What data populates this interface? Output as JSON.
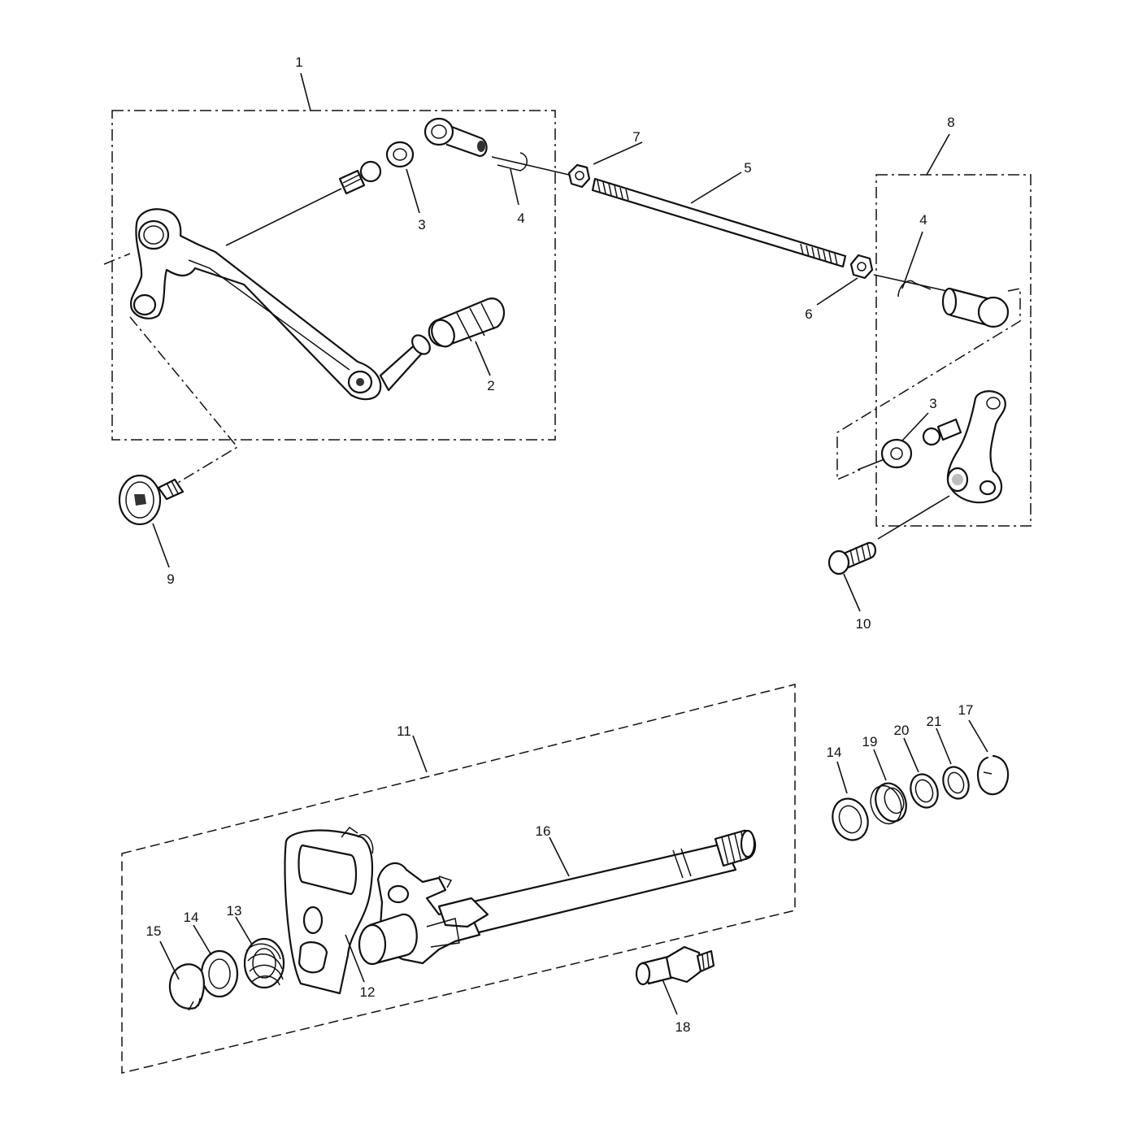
{
  "diagram": {
    "callouts": {
      "c1": "1",
      "c2": "2",
      "c3a": "3",
      "c4a": "4",
      "c5": "5",
      "c6": "6",
      "c7": "7",
      "c8": "8",
      "c4b": "4",
      "c3b": "3",
      "c9": "9",
      "c10": "10",
      "c11": "11",
      "c12": "12",
      "c13": "13",
      "c14a": "14",
      "c15": "15",
      "c16": "16",
      "c14b": "14",
      "c17": "17",
      "c18": "18",
      "c19": "19",
      "c20": "20",
      "c21": "21"
    }
  }
}
